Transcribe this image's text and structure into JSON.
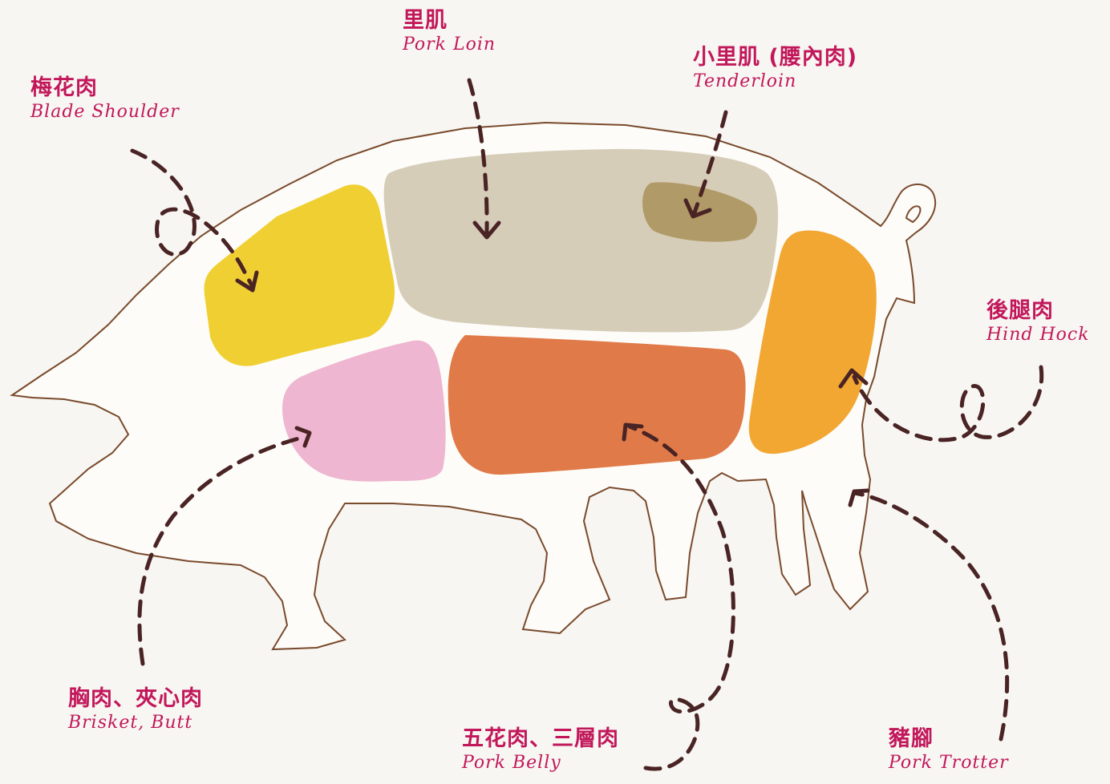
{
  "colors": {
    "background": "#f7f6f2",
    "outline": "#7a4a2c",
    "arrow": "#4a2424",
    "label": "#c2185b",
    "blade_shoulder": "#f0cf32",
    "pork_loin": "#d6cdb9",
    "tenderloin": "#b09a67",
    "hind_hock": "#f2a733",
    "brisket_butt": "#eeb6d0",
    "pork_belly": "#e07a48"
  },
  "labels": {
    "blade_shoulder": {
      "zh": "梅花肉",
      "en": "Blade Shoulder"
    },
    "pork_loin": {
      "zh": "里肌",
      "en": "Pork Loin"
    },
    "tenderloin": {
      "zh": "小里肌 (腰內肉)",
      "en": "Tenderloin"
    },
    "hind_hock": {
      "zh": "後腿肉",
      "en": "Hind Hock"
    },
    "brisket_butt": {
      "zh": "胸肉、夾心肉",
      "en": "Brisket, Butt"
    },
    "pork_belly": {
      "zh": "五花肉、三層肉",
      "en": "Pork Belly"
    },
    "pork_trotter": {
      "zh": "豬腳",
      "en": "Pork Trotter"
    }
  }
}
